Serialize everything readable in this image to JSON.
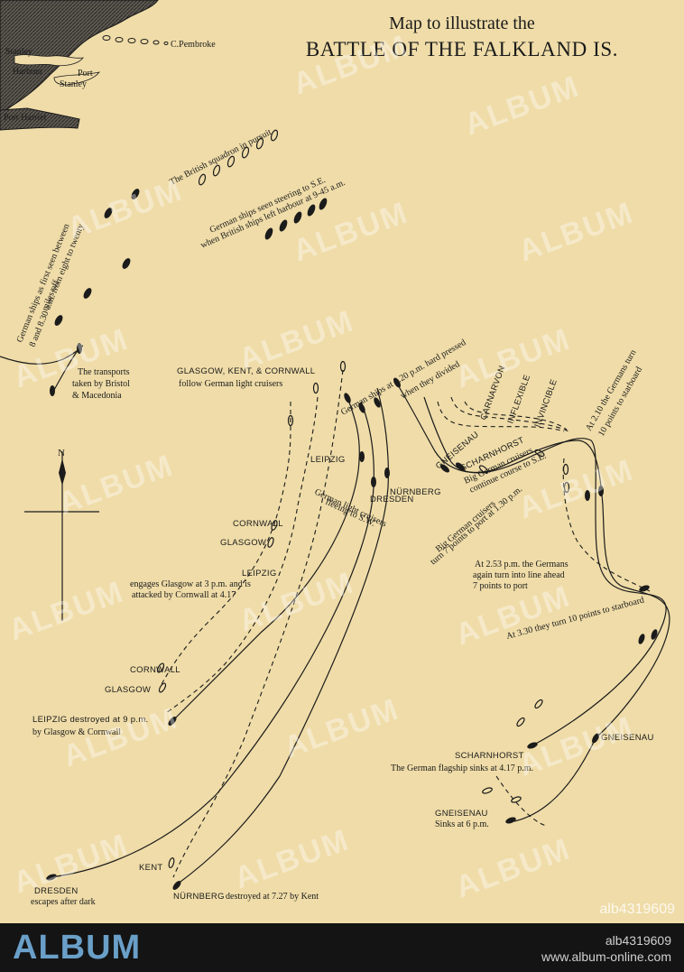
{
  "title": {
    "line1": "Map to illustrate the",
    "line2": "BATTLE OF THE FALKLAND IS."
  },
  "places": {
    "c_pembroke": "C.Pembroke",
    "stanley": "Stanley",
    "harbour": "Harbour",
    "port": "Port",
    "port_stanley": "Stanley",
    "port_harriet": "Port Harriet"
  },
  "annotations": {
    "british_pursuit": "The British squadron in pursuit",
    "german_seen_1": "German ships seen steering to S.E.",
    "german_seen_2": "when British ships left harbour at 9-45 a.m.",
    "first_seen_1": "German ships as first seen between",
    "first_seen_2": "8 and 8.30 a.m. from eight to twenty",
    "first_seen_3": "miles off",
    "transports_1": "The transports",
    "transports_2": "taken by Bristol",
    "transports_3": "& Macedonia",
    "gkc_1": "GLASGOW, KENT, & CORNWALL",
    "gkc_2": "follow German light cruisers",
    "pressed_1": "German ships at 1.20 p.m. hard pressed",
    "pressed_2": "when they divided",
    "carnarvon": "CARNARVON",
    "inflexible": "INFLEXIBLE",
    "invincible": "INVINCIBLE",
    "turn_210_1": "At 2.10 the Germans turn",
    "turn_210_2": "10 points to starboard",
    "gneisenau_top": "GNEISENAU",
    "scharnhorst_top": "SCHARNHORST",
    "big_continue_1": "Big German cruisers",
    "big_continue_2": "continue course to S.E.",
    "leipzig_top": "LEIPZIG",
    "nurnberg_top": "NÜRNBERG",
    "dresden_top": "DRESDEN",
    "light_fleeing_1": "German light cruisers",
    "light_fleeing_2": "fleeing to S.W.",
    "big_turn_1": "Big German cruisers",
    "big_turn_2": "turn 7 points to port at 1.30 p.m.",
    "turn_253_1": "At 2.53 p.m. the Germans",
    "turn_253_2": "again turn into line ahead",
    "turn_253_3": "7 points to port",
    "turn_330": "At 3.30 they turn 10 points to starboard",
    "cornwall_mid": "CORNWALL",
    "glasgow_mid": "GLASGOW",
    "leipzig_mid": "LEIPZIG",
    "engages_1": "engages Glasgow at 3 p.m. and is",
    "engages_2": "attacked by Cornwall at 4.17",
    "cornwall_low": "CORNWALL",
    "glasgow_low": "GLASGOW",
    "leipzig_destroyed_1": "LEIPZIG destroyed at 9 p.m.",
    "leipzig_destroyed_2": "by Glasgow & Cornwall",
    "scharnhorst_low": "SCHARNHORST",
    "flagship_sinks": "The German flagship sinks at 4.17 p.m.",
    "gneisenau_right": "GNEISENAU",
    "gneisenau_low": "GNEISENAU",
    "sinks_6": "Sinks at 6 p.m.",
    "kent": "KENT",
    "dresden_low": "DRESDEN",
    "escapes": "escapes after dark",
    "nurnberg_low": "NÜRNBERG",
    "nurnberg_destroyed": "destroyed at 7.27 by Kent"
  },
  "compass": {
    "north": "N"
  },
  "watermark": {
    "text": "ALBUM",
    "id": "alb4319609"
  },
  "footer": {
    "logo": "ALBUM",
    "image_id": "alb4319609",
    "url": "www.album-online.com"
  },
  "colors": {
    "paper": "#efdca8",
    "ink": "#1b1b1b",
    "footer_bg": "#141414",
    "logo": "#6a9fc8"
  }
}
